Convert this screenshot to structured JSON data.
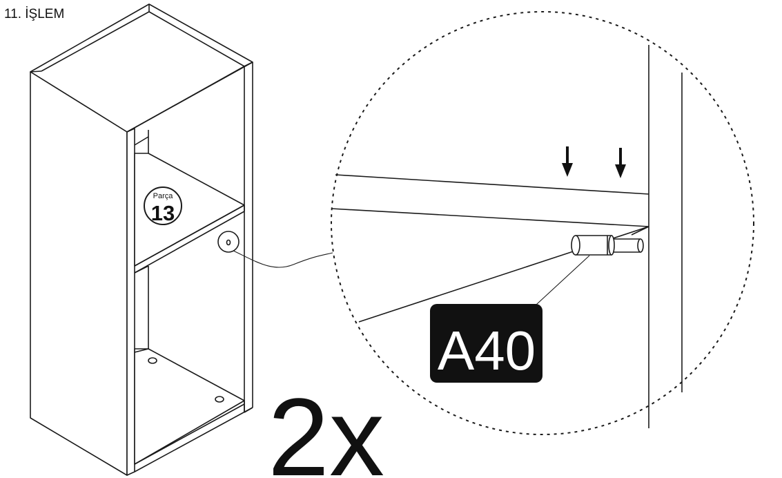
{
  "step": {
    "title": "11. İŞLEM"
  },
  "part_badge": {
    "label": "Parça",
    "number": "13"
  },
  "hardware": {
    "code": "A40"
  },
  "quantity": {
    "text": "2x"
  }
}
